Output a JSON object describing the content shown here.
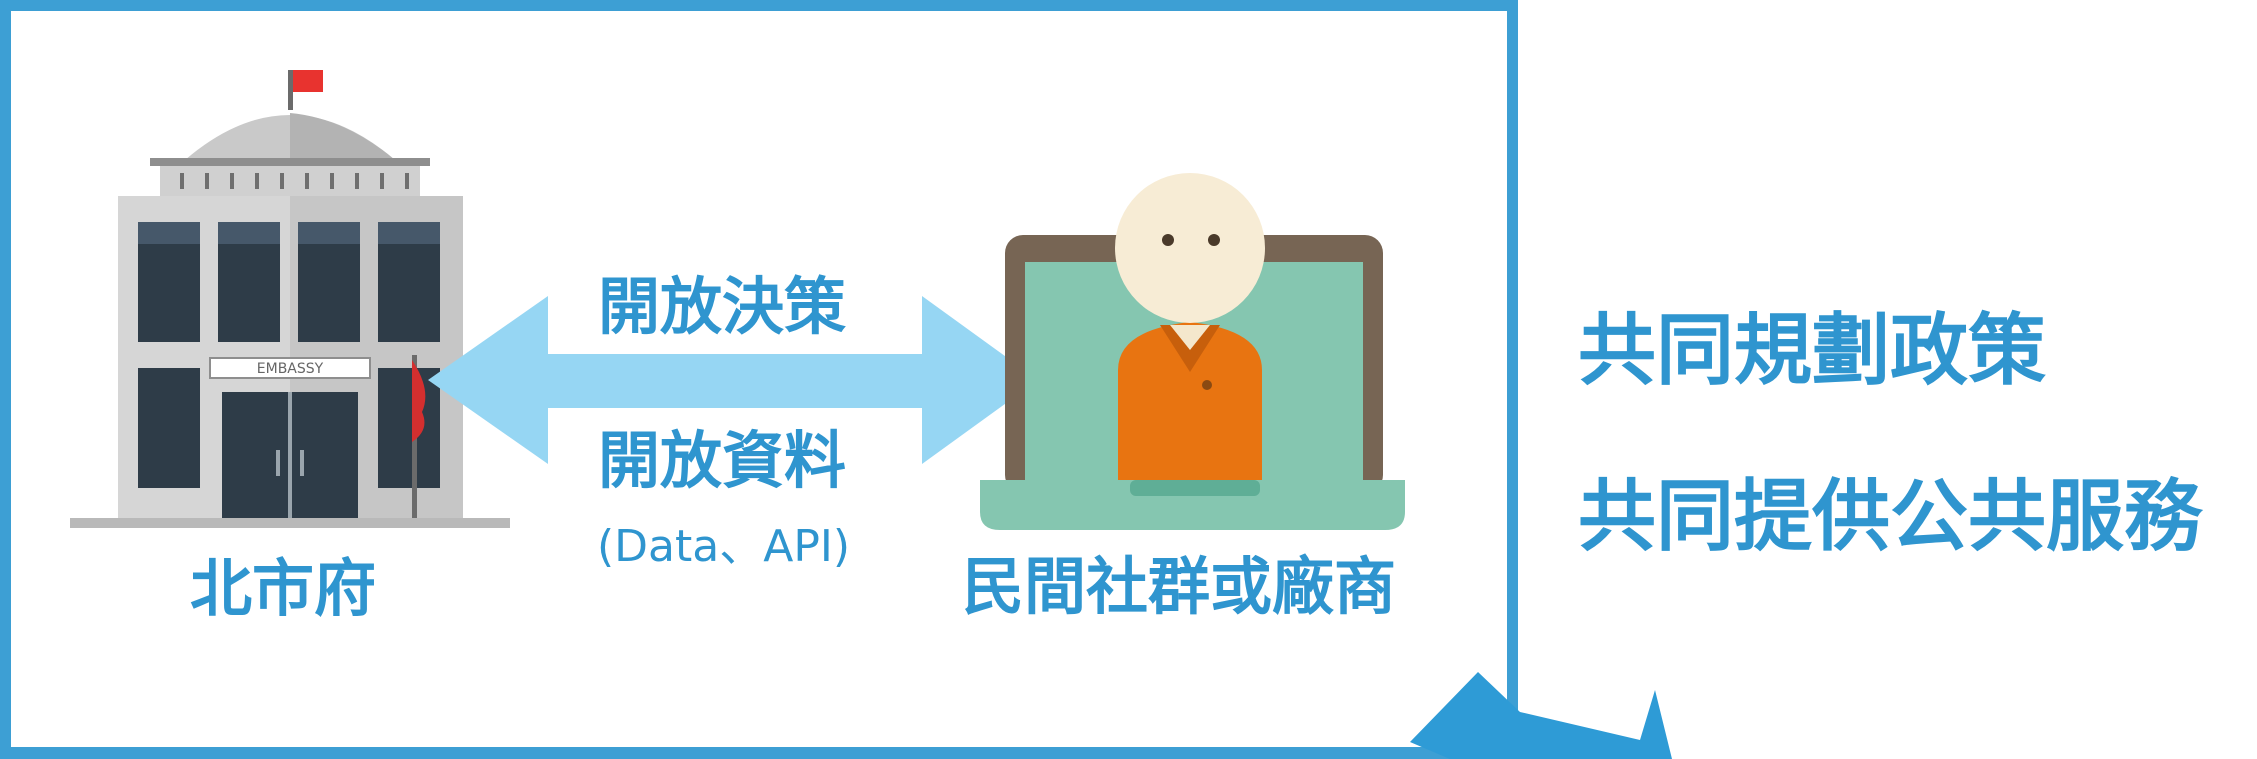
{
  "diagram": {
    "government_label": "北市府",
    "building_sign": "EMBASSY",
    "community_label": "民間社群或廠商",
    "arrow_top_label": "開放決策",
    "arrow_bottom_label": "開放資料",
    "arrow_sub_label": "(Data、API)",
    "outcomes": [
      "共同規劃政策",
      "共同提供公共服務"
    ]
  },
  "colors": {
    "frame": "#3d9fd4",
    "label_text": "#2f95cf",
    "arrow": "#96d6f3",
    "building": "#d6d6d6",
    "window": "#2e3c48",
    "laptop_frame": "#776554",
    "screen": "#85c6b0",
    "person_shirt": "#e87411",
    "person_face": "#f7ecd5"
  },
  "icons": [
    "building-icon",
    "laptop-person-icon",
    "double-arrow-icon",
    "pointer-arrow-icon"
  ]
}
